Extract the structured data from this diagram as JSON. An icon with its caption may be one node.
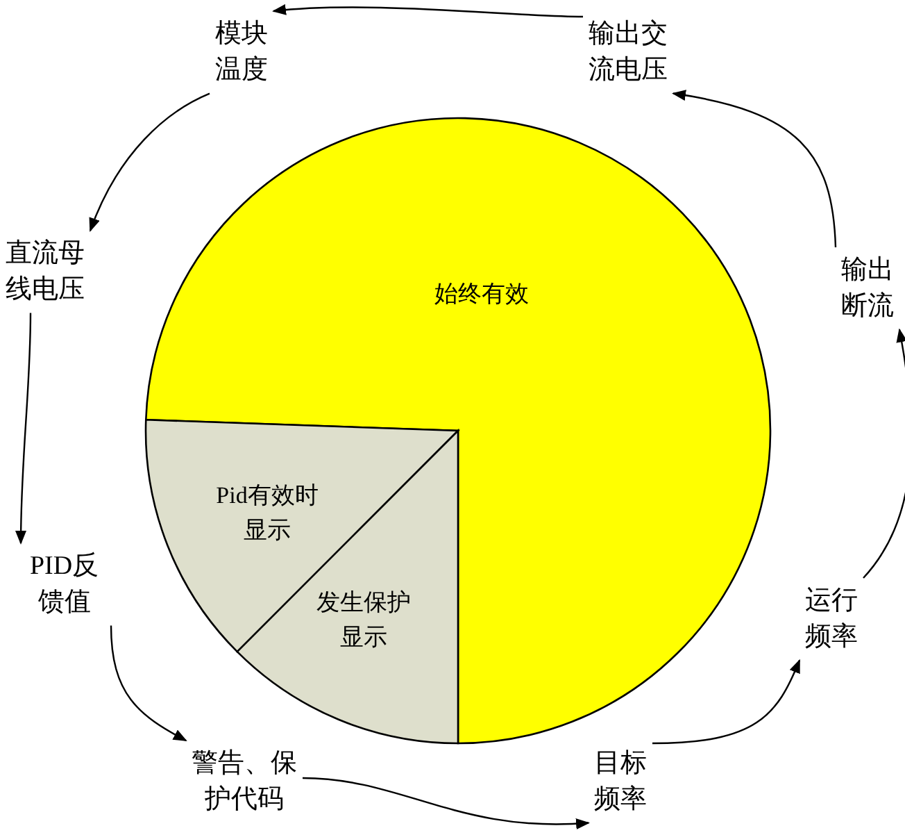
{
  "diagram": {
    "nodes": [
      {
        "text": [
          "模块温度"
        ]
      },
      {
        "text": [
          "输出交流电压"
        ]
      },
      {
        "text": [
          "输出断流"
        ]
      },
      {
        "text": [
          "运行频率"
        ]
      },
      {
        "text": [
          "目标频率"
        ]
      },
      {
        "text": [
          "警告、保护代码"
        ]
      },
      {
        "text": [
          "PID反馈值"
        ]
      },
      {
        "text": [
          "直流母线电压"
        ]
      },
      {
        "text": [
          "始终有效"
        ]
      },
      {
        "text": [
          "Pid有效时显示"
        ]
      },
      {
        "text": [
          "发生保护显示"
        ]
      }
    ],
    "edges": [
      {
        "from": 1,
        "to": 0,
        "arrow": "to"
      },
      {
        "from": 0,
        "to": 7,
        "arrow": "to"
      },
      {
        "from": 7,
        "to": 6,
        "arrow": "to"
      },
      {
        "from": 6,
        "to": 5,
        "arrow": "to"
      },
      {
        "from": 5,
        "to": 4,
        "arrow": "to"
      },
      {
        "from": 4,
        "to": 3,
        "arrow": "to"
      },
      {
        "from": 3,
        "to": 2,
        "arrow": "to"
      },
      {
        "from": 2,
        "to": 1,
        "arrow": "to"
      }
    ]
  }
}
